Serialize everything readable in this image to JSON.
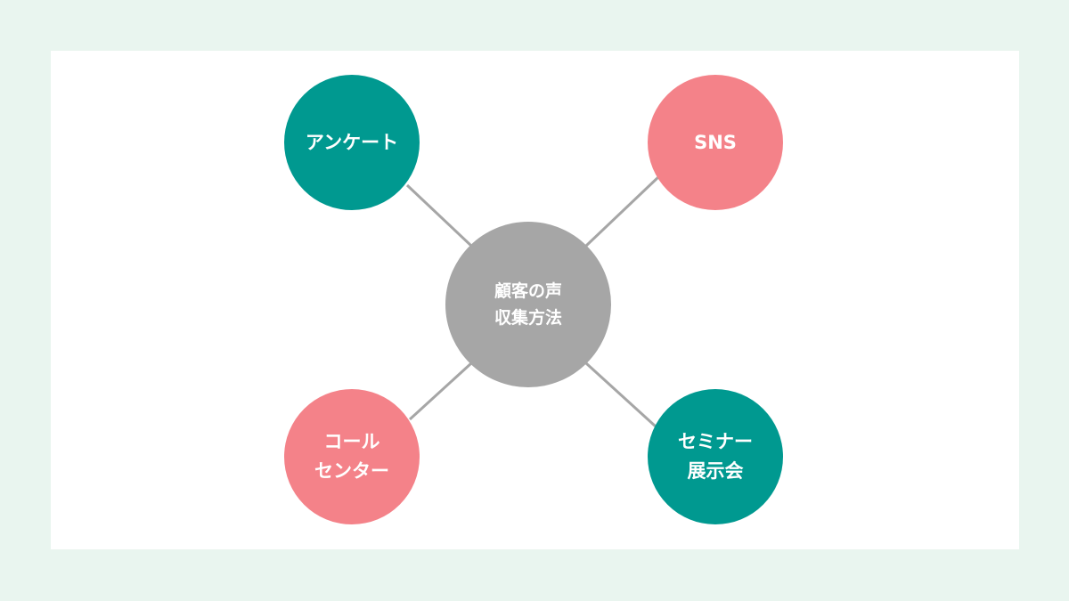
{
  "center": {
    "lines": [
      "顧客の声",
      "収集方法"
    ],
    "color": "#a6a6a6"
  },
  "nodes": {
    "top_left": {
      "lines": [
        "アンケート"
      ],
      "color": "#009990"
    },
    "top_right": {
      "lines": [
        "SNS"
      ],
      "color": "#f48289"
    },
    "bottom_left": {
      "lines": [
        "コール",
        "センター"
      ],
      "color": "#f48289"
    },
    "bottom_right": {
      "lines": [
        "セミナー",
        "展示会"
      ],
      "color": "#009990"
    }
  },
  "colors": {
    "background": "#e9f5ef",
    "card": "#ffffff",
    "connector": "#a6a6a6"
  }
}
